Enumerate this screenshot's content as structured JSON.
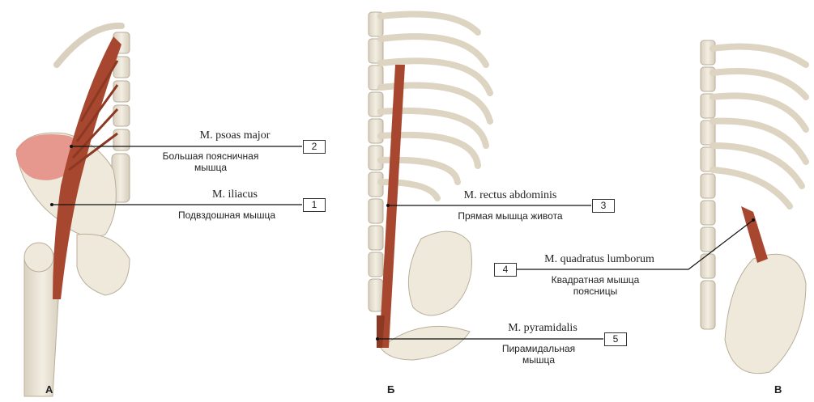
{
  "panels": [
    {
      "letter": "А"
    },
    {
      "letter": "Б"
    },
    {
      "letter": "В"
    }
  ],
  "labels": [
    {
      "number": "2",
      "latin": "M. psoas major",
      "russian": "Большая поясничная мышца"
    },
    {
      "number": "1",
      "latin": "M. iliacus",
      "russian": "Подвздошная мышца"
    },
    {
      "number": "3",
      "latin": "M. rectus abdominis",
      "russian": "Прямая мышца живота"
    },
    {
      "number": "4",
      "latin": "M. quadratus lumborum",
      "russian": "Квадратная мышца поясницы"
    },
    {
      "number": "5",
      "latin": "M. pyramidalis",
      "russian": "Пирамидальная мышца"
    }
  ],
  "colors": {
    "bone": "#efe9dc",
    "bone_shade": "#d8cfbd",
    "muscle": "#a8472f",
    "muscle_light": "#e48a80"
  }
}
